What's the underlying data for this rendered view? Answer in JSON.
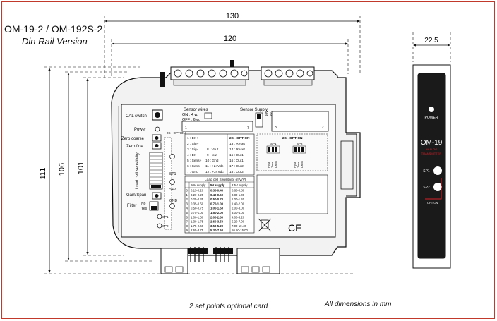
{
  "header": {
    "title": "OM-19-2 / OM-192S-2",
    "subtitle": "Din Rail Version"
  },
  "dimensions": {
    "total_width": "130",
    "body_width": "120",
    "height_total": "111",
    "height_mid": "106",
    "height_inner": "101",
    "side_width": "22.5"
  },
  "front_panel": {
    "cal_switch": "CAL switch",
    "power": "Power",
    "zero_coarse": "Zero coarse",
    "zero_fine": "Zero fine",
    "load_cell_sensitivity": "Load cell sensitivity",
    "gain_span": "Gain/Span",
    "filter": "Filter",
    "no": "No",
    "yes": "Yes",
    "sensor_wires": "Sensor wires",
    "on_4w": "ON : 4 w.",
    "off_6w": "OFF : 6 w.",
    "sensor_supply": "Sensor Supply",
    "volt_10": "10V",
    "volt_5": "5V",
    "option_2s": "2S - OPTION",
    "sp1": "SP1",
    "sp2": "SP2",
    "gnd": "GND",
    "pin_labels": [
      "1 : EX+",
      "2 : Sig+",
      "3 : Sig-",
      "4 : EX-",
      "5 : Sens+",
      "6 : Sens-",
      "7 : Gnd"
    ],
    "pin_labels_b": [
      "8 : Vout",
      "9 : Iout",
      "10 : Gnd",
      "11 : +24Vdc",
      "12 : +24Vdc"
    ],
    "option_pins": [
      "13 : Reset",
      "14 : Reset",
      "15 : Out1",
      "16 : Out1",
      "17 : Out2",
      "18 : Out2"
    ],
    "terminal_left": "1",
    "terminal_right": "7",
    "terminal_b_left": "8",
    "terminal_b_right": "12",
    "hyst_labels": [
      "Hyst.",
      "Time",
      "Latch"
    ],
    "sensitivity_table": {
      "header": "Load cell Sensitivity (mV/V)",
      "columns": [
        "10V supply",
        "5V supply",
        "2.5V supply"
      ],
      "rows": [
        [
          "0",
          "0.15-0.20",
          "0.30-0.40",
          "0.60-0.80"
        ],
        [
          "1",
          "0.20-0.25",
          "0.40-0.50",
          "0.80-1.00"
        ],
        [
          "2",
          "0.25-0.35",
          "0.50-0.70",
          "1.00-1.40"
        ],
        [
          "3",
          "0.35-0.50",
          "0.70-1.00",
          "1.40-2.00"
        ],
        [
          "4",
          "0.50-0.75",
          "1.00-1.50",
          "2.00-3.00"
        ],
        [
          "5",
          "0.75-1.00",
          "1.50-2.00",
          "3.00-4.00"
        ],
        [
          "6",
          "1.00-1.30",
          "2.00-2.60",
          "4.00-5.20"
        ],
        [
          "7",
          "1.30-1.75",
          "2.60-3.50",
          "5.20-7.00"
        ],
        [
          "8",
          "1.75-2.60",
          "3.50-5.20",
          "7.00-10.40"
        ],
        [
          "9",
          "2.65-3.75",
          "5.30-7.50",
          "10.60-15.00"
        ]
      ]
    },
    "ce": "CE"
  },
  "side": {
    "power": "POWER",
    "model": "OM-19",
    "tag1": "ANALOG",
    "tag2": "TRANSMITTER",
    "sp1": "SP1",
    "sp2": "SP2",
    "option": "OPTION"
  },
  "captions": {
    "card": "2 set points optional card",
    "units": "All dimensions in mm"
  },
  "colors": {
    "frame": "#c0392b",
    "accent_red": "#d2232a",
    "body_dark": "#1a1a1a"
  }
}
